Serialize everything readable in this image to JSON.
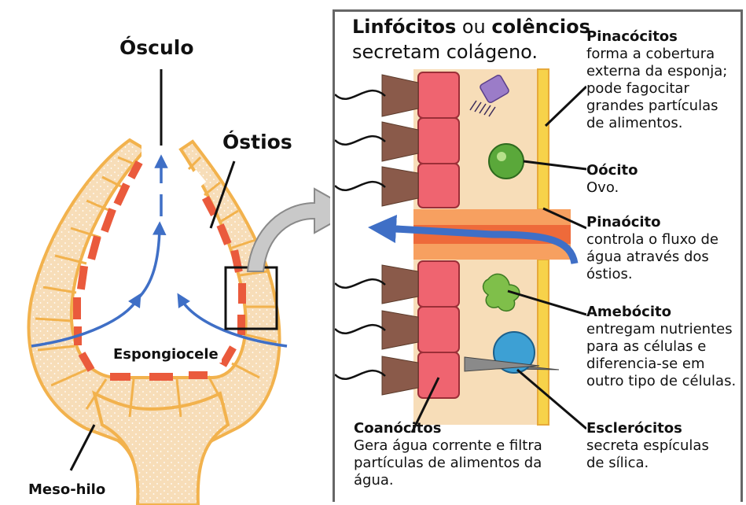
{
  "sponge": {
    "osculum": "Ósculo",
    "ostia": "Óstios",
    "spongocoel": "Espongiocele",
    "mesohyl": "Meso-hilo"
  },
  "panel": {
    "top_line1_bold1": "Linfócitos",
    "top_line1_mid": " ou ",
    "top_line1_bold2": "colêncios",
    "top_line2": "secretam colágeno."
  },
  "labels": [
    {
      "title": "Pinacócitos",
      "desc": [
        "forma a cobertura",
        "externa da esponja;",
        "pode fagocitar",
        "grandes partículas",
        "de alimentos."
      ]
    },
    {
      "title": "Oócito",
      "desc": [
        "Ovo."
      ]
    },
    {
      "title": "Pinaócito",
      "desc": [
        "controla o fluxo de",
        "água através dos",
        "óstios."
      ]
    },
    {
      "title": "Amebócito",
      "desc": [
        "entregam nutrientes",
        "para as células e",
        "diferencia-se em",
        "outro tipo de células."
      ]
    },
    {
      "title": "Esclerócitos",
      "desc": [
        "secreta espículas",
        "de sílica."
      ]
    }
  ],
  "choanocytes": {
    "title": "Coanócitos",
    "desc": [
      "Gera água corrente e filtra",
      "partículas de alimentos da",
      "água."
    ]
  },
  "colors": {
    "wall": "#f7ddb8",
    "wall_border": "#f2b24d",
    "accent_red": "#ea5a3c",
    "choanocyte": "#ef6470",
    "flow_arrow": "#3f6fc6",
    "panel_border": "#666666",
    "egg": "#5aa83a",
    "amoebocyte": "#7fbf4a",
    "sclerocyte": "#3da0d4",
    "lymphocyte": "#9b7cc8"
  }
}
